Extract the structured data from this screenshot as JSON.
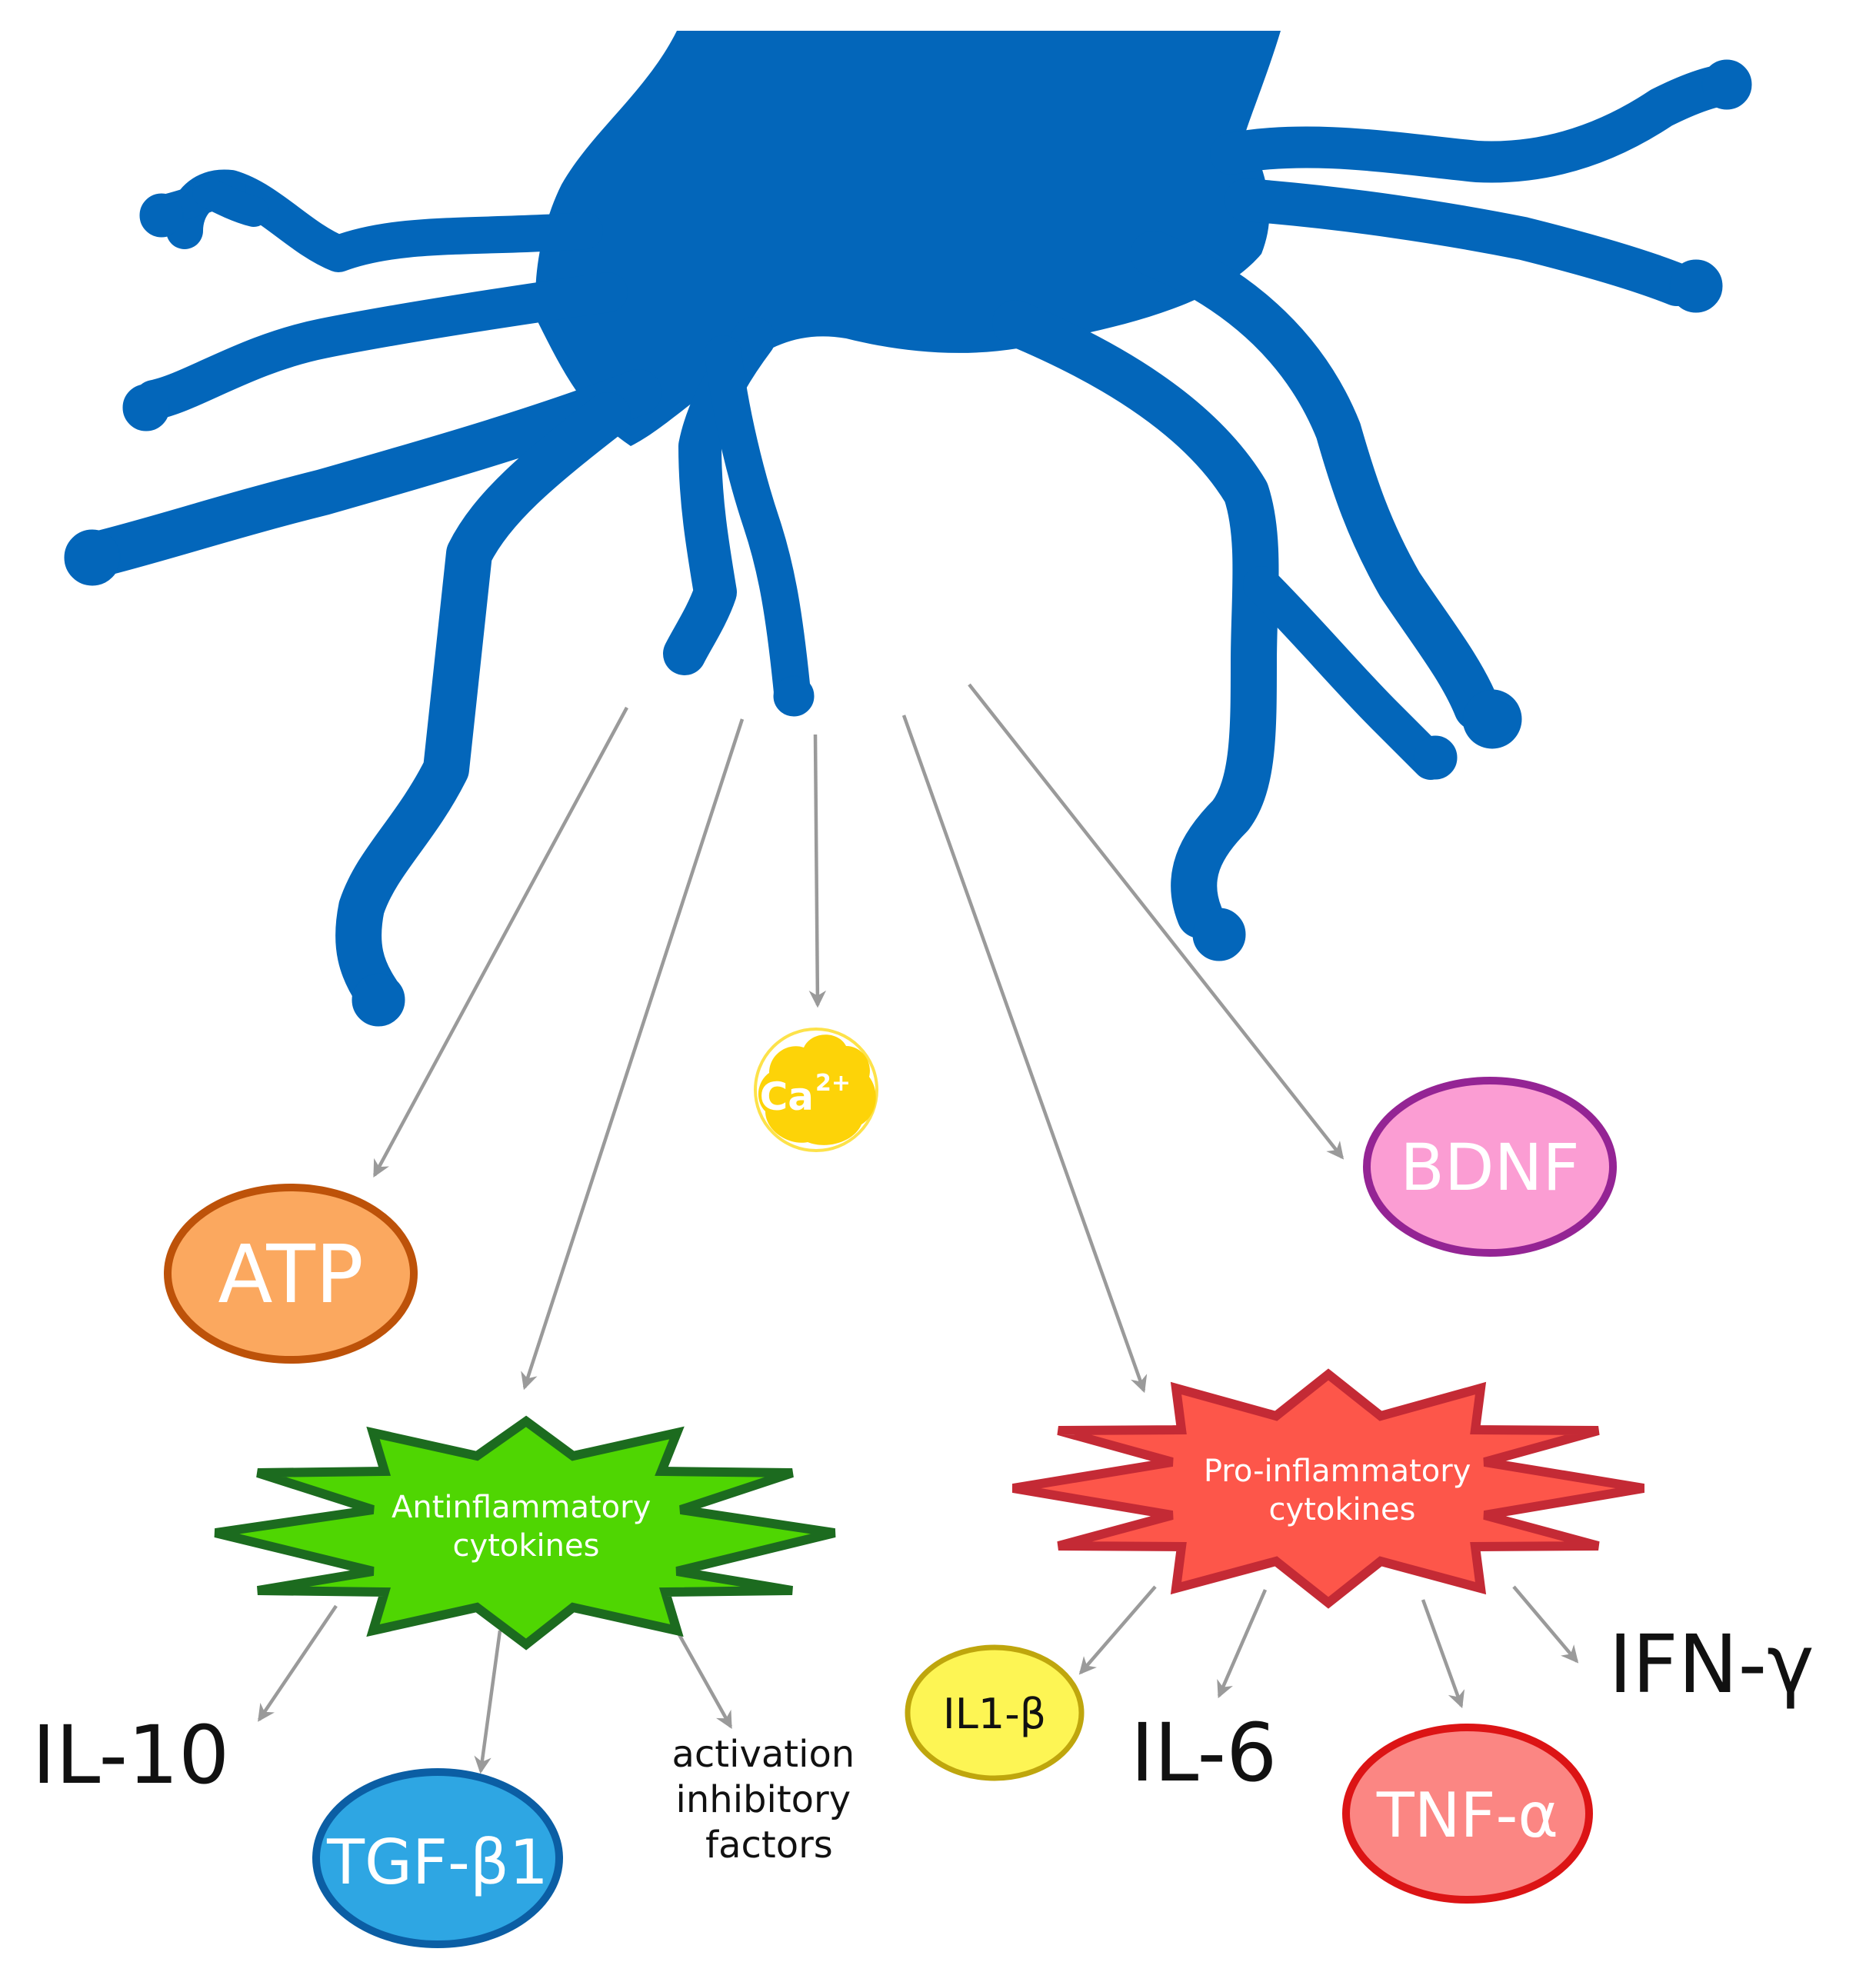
{
  "colors": {
    "cell": "#0366BA",
    "arrow": "#9A9A9A",
    "atp_fill": "#FBA85F",
    "atp_stroke": "#BD5209",
    "bdnf_fill": "#FB9DD3",
    "bdnf_stroke": "#942494",
    "ca_fill": "#FDD308",
    "ca_stroke": "#FDE24A",
    "anti_fill": "#4FD602",
    "anti_stroke": "#1C6B1F",
    "pro_fill": "#FD564A",
    "pro_stroke": "#C42A35",
    "il1b_fill": "#FDF554",
    "il1b_stroke": "#BFA60D",
    "tgf_fill": "#2EA6E3",
    "tgf_stroke": "#0B5EA4",
    "tnf_fill": "#FB8683",
    "tnf_stroke": "#DC1415"
  },
  "cell": {
    "icon": "microglia-cell-icon"
  },
  "nodes": {
    "ca": {
      "label": "Ca",
      "superscript": "2+"
    },
    "atp": {
      "label": "ATP"
    },
    "bdnf": {
      "label": "BDNF"
    },
    "anti": {
      "line1": "Antinflammatory",
      "line2": "cytokines"
    },
    "pro": {
      "line1": "Pro-inflammatory",
      "line2": "cytokines"
    },
    "il10": {
      "label": "IL-10"
    },
    "tgf": {
      "label": "TGF-β1"
    },
    "aif": {
      "line1": "activation",
      "line2": "inhibitory",
      "line3": "factors"
    },
    "il1b": {
      "label": "IL1-β"
    },
    "il6": {
      "label": "IL-6"
    },
    "tnf": {
      "label": "TNF-α"
    },
    "ifn": {
      "label": "IFN-γ"
    }
  }
}
